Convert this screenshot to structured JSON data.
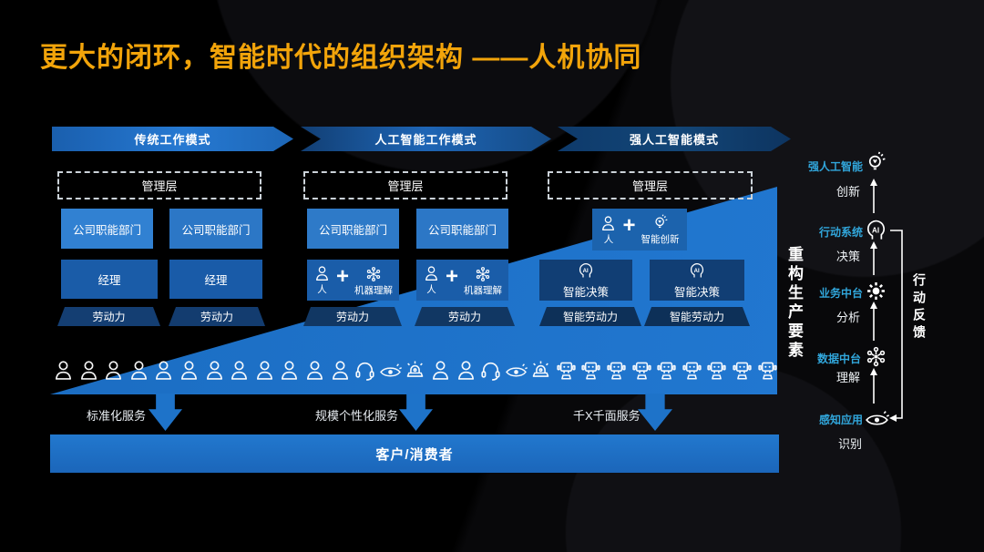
{
  "title": "更大的闭环，智能时代的组织架构 ——人机协同",
  "banners": [
    {
      "label": "传统工作模式"
    },
    {
      "label": "人工智能工作模式"
    },
    {
      "label": "强人工智能模式"
    }
  ],
  "columns": [
    {
      "management": "管理层",
      "departments": [
        "公司职能部门",
        "公司职能部门"
      ],
      "managers": [
        "经理",
        "经理"
      ],
      "labor": [
        "劳动力",
        "劳动力"
      ]
    },
    {
      "management": "管理层",
      "departments": [
        "公司职能部门",
        "公司职能部门"
      ],
      "human_machine": [
        {
          "human": "人",
          "plus": "+",
          "machine": "机器理解"
        },
        {
          "human": "人",
          "plus": "+",
          "machine": "机器理解"
        }
      ],
      "labor": [
        "劳动力",
        "劳动力"
      ]
    },
    {
      "management": "管理层",
      "human_ai": {
        "human": "人",
        "plus": "+",
        "machine": "智能创新"
      },
      "decisions": [
        "智能决策",
        "智能决策"
      ],
      "labor": [
        "智能劳动力",
        "智能劳动力"
      ]
    }
  ],
  "icon_row": [
    "person",
    "person",
    "person",
    "person",
    "person",
    "person",
    "person",
    "person",
    "person",
    "person",
    "person",
    "person",
    "headset",
    "eye",
    "siren",
    "person",
    "person",
    "headset",
    "eye",
    "siren",
    "robot",
    "robot",
    "robot",
    "robot",
    "robot",
    "robot",
    "robot",
    "robot",
    "robot"
  ],
  "services": [
    "标准化服务",
    "规模个性化服务",
    "千X千面服务"
  ],
  "customer_banner": "客户/消费者",
  "right_panel": {
    "left_vertical_label": "重构生产要素",
    "right_vertical_label": "行动反馈",
    "chain": [
      {
        "label": "强人工智能",
        "icon": "bulb-icon",
        "sublabel": "创新"
      },
      {
        "label": "行动系统",
        "icon": "ai-head-icon",
        "sublabel": "决策"
      },
      {
        "label": "业务中台",
        "icon": "gear-icon",
        "sublabel": "分析"
      },
      {
        "label": "数据中台",
        "icon": "network-icon",
        "sublabel": "理解"
      },
      {
        "label": "感知应用",
        "icon": "eye-icon",
        "sublabel": "识别"
      }
    ]
  },
  "colors": {
    "title_orange": "#F2A40A",
    "bright_blue": "#1E73C9",
    "light_blue": "#3181D2",
    "medium_blue": "#2C77C6",
    "box_blue": "#1A5CA8",
    "dark_navy_box": "#113E74",
    "trapezoid_navy": "#123864",
    "cyan_label": "#31A6DB"
  }
}
